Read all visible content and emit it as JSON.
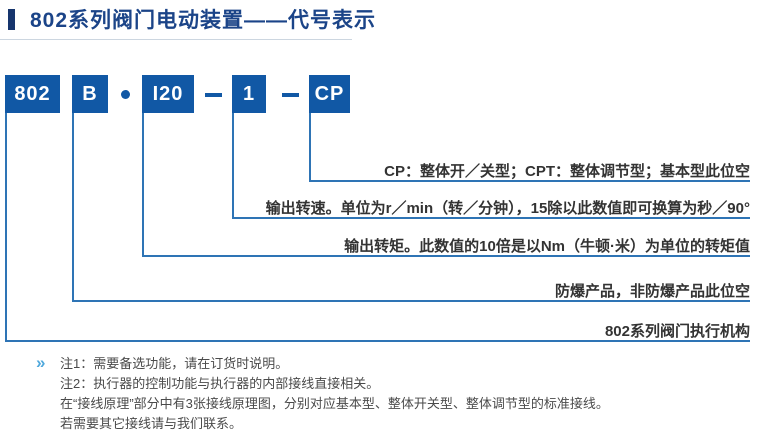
{
  "header": {
    "title": "802系列阀门电动装置——代号表示"
  },
  "code_diagram": {
    "boxes": [
      {
        "label": "802",
        "explanation": "802系列阀门执行机构"
      },
      {
        "label": "B",
        "explanation": "防爆产品，非防爆产品此位空"
      },
      {
        "label": "I20",
        "explanation": "输出转矩。此数值的10倍是以Nm（牛顿·米）为单位的转矩值"
      },
      {
        "label": "1",
        "explanation": "输出转速。单位为r／min（转／分钟），15除以此数值即可换算为秒／90°"
      },
      {
        "label": "CP",
        "explanation": "CP：整体开／关型；CPT：整体调节型；基本型此位空"
      }
    ],
    "separators": {
      "dot": "·",
      "dash": "—"
    }
  },
  "notes": {
    "marker": "»",
    "lines": [
      "注1：需要备选功能，请在订货时说明。",
      "注2：执行器的控制功能与执行器的内部接线直接相关。",
      "在“接线原理”部分中有3张接线原理图，分别对应基本型、整体开关型、整体调节型的标准接线。",
      "若需要其它接线请与我们联系。"
    ]
  },
  "colors": {
    "box_blue": "#1158a5",
    "connector_blue": "#2e74b5",
    "title_navy": "#1b4488",
    "header_bar_navy": "#16356d",
    "notes_marker_blue": "#4fa8dc",
    "explanation_text": "#333333",
    "note_text": "#4a4a4a"
  }
}
